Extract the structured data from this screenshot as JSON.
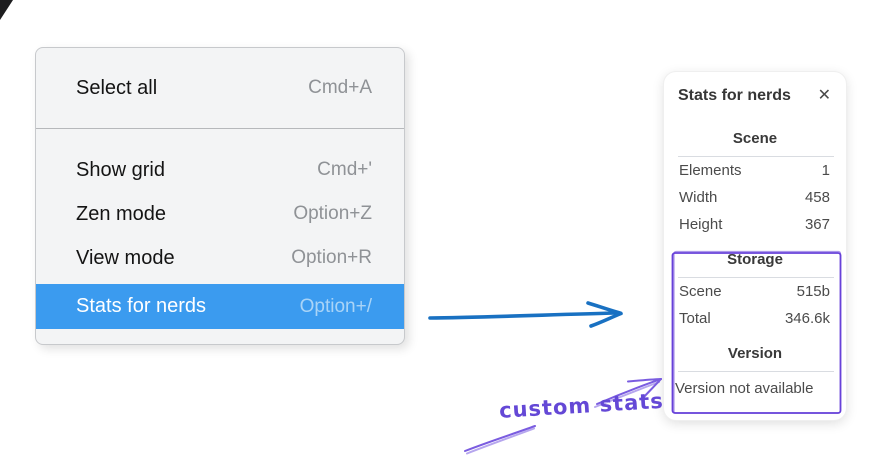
{
  "menu": {
    "items": [
      {
        "label": "Select all",
        "shortcut": "Cmd+A"
      },
      {
        "label": "Show grid",
        "shortcut": "Cmd+'"
      },
      {
        "label": "Zen mode",
        "shortcut": "Option+Z"
      },
      {
        "label": "View mode",
        "shortcut": "Option+R"
      },
      {
        "label": "Stats for nerds",
        "shortcut": "Option+/"
      }
    ],
    "highlighted_item": "Stats for nerds"
  },
  "stats": {
    "title": "Stats for nerds",
    "close_glyph": "✕",
    "sections": {
      "scene": {
        "heading": "Scene",
        "rows": [
          {
            "label": "Elements",
            "value": "1"
          },
          {
            "label": "Width",
            "value": "458"
          },
          {
            "label": "Height",
            "value": "367"
          }
        ]
      },
      "storage": {
        "heading": "Storage",
        "rows": [
          {
            "label": "Scene",
            "value": "515b"
          },
          {
            "label": "Total",
            "value": "346.6k"
          }
        ]
      },
      "version": {
        "heading": "Version",
        "note": "Version not available"
      }
    }
  },
  "annotation": {
    "label": "custom stats"
  },
  "colors": {
    "menu_highlight_blue": "#3b9bef",
    "arrow_blue": "#1971c2",
    "annotation_purple": "#6741d9"
  }
}
